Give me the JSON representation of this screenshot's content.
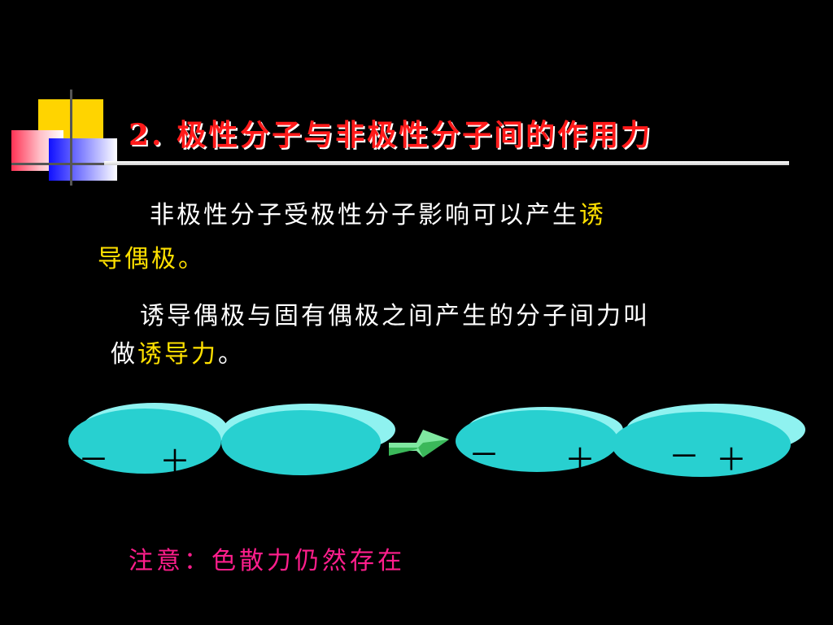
{
  "title": "2. 极性分子与非极性分子间的作用力",
  "paragraph1": {
    "text_before": "非极性分子受极性分子影响可以产生",
    "highlight_line1": "诱",
    "highlight_line2": "导偶极",
    "text_after": "。"
  },
  "paragraph2": {
    "line1": "诱导偶极与固有偶极之间产生的分子间力叫",
    "text_before": "做",
    "highlight": "诱导力",
    "text_after": "。"
  },
  "diagram": {
    "left_group": {
      "minus": "－",
      "plus": "＋"
    },
    "right_group": {
      "minus1": "－",
      "plus1": "＋",
      "minus2": "－",
      "plus2": "＋"
    },
    "colors": {
      "ellipse_top": "#8ff2f0",
      "ellipse_body": "#28d0d0",
      "arrow": "#3bb85a"
    }
  },
  "note": "注意：色散力仍然存在",
  "colors": {
    "background": "#000000",
    "title": "#ff1a1a",
    "body_text": "#ffffff",
    "highlight": "#ffe000",
    "note": "#ff1e8c"
  }
}
